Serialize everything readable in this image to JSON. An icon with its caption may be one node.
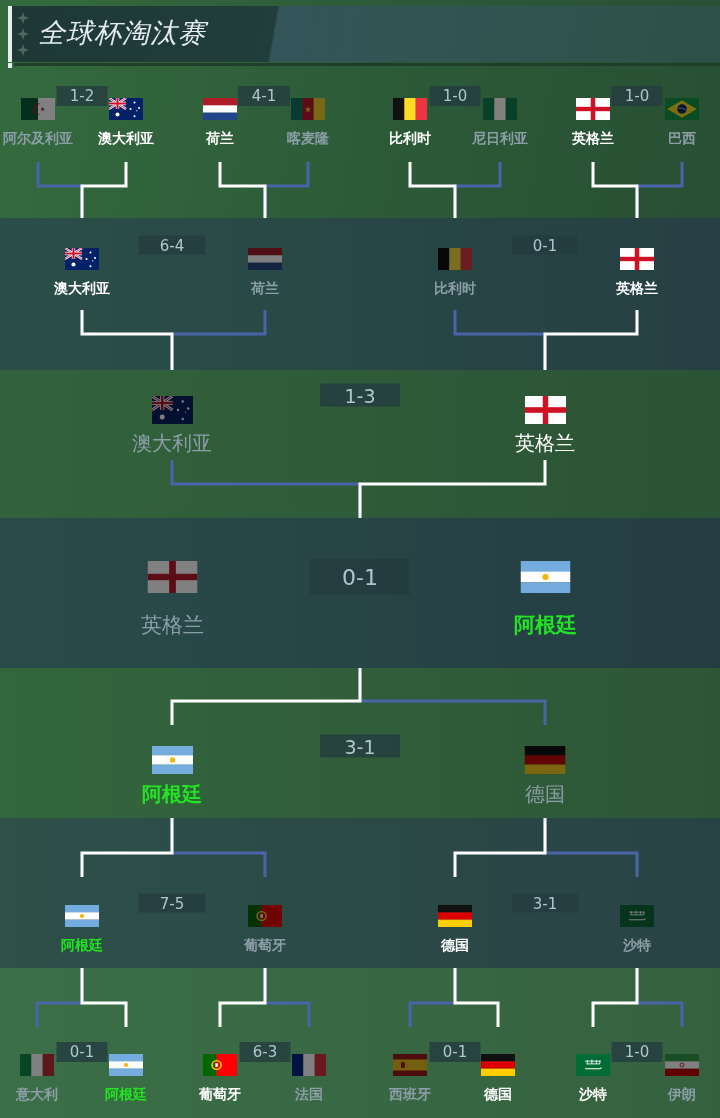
{
  "diagram": {
    "title": "全球杯淘汰赛",
    "nodes": [
      {
        "text": [
          "阿尔及利亚"
        ]
      },
      {
        "text": [
          "澳大利亚"
        ]
      },
      {
        "text": [
          "荷兰"
        ]
      },
      {
        "text": [
          "喀麦隆"
        ]
      },
      {
        "text": [
          "比利时"
        ]
      },
      {
        "text": [
          "尼日利亚"
        ]
      },
      {
        "text": [
          "英格兰"
        ]
      },
      {
        "text": [
          "巴西"
        ]
      },
      {
        "text": [
          "澳大利亚"
        ]
      },
      {
        "text": [
          "荷兰"
        ]
      },
      {
        "text": [
          "比利时"
        ]
      },
      {
        "text": [
          "英格兰"
        ]
      },
      {
        "text": [
          "澳大利亚"
        ]
      },
      {
        "text": [
          "英格兰"
        ]
      },
      {
        "text": [],
        "shape": "band"
      },
      {
        "text": [
          "英格兰"
        ],
        "in": 14
      },
      {
        "text": [
          "阿根廷"
        ],
        "in": 14
      },
      {
        "text": [
          "阿根廷"
        ]
      },
      {
        "text": [
          "德国"
        ]
      },
      {
        "text": [
          "阿根廷"
        ]
      },
      {
        "text": [
          "葡萄牙"
        ]
      },
      {
        "text": [
          "德国"
        ]
      },
      {
        "text": [
          "沙特"
        ]
      },
      {
        "text": [
          "意大利"
        ]
      },
      {
        "text": [
          "阿根廷"
        ]
      },
      {
        "text": [
          "葡萄牙"
        ]
      },
      {
        "text": [
          "法国"
        ]
      },
      {
        "text": [
          "西班牙"
        ]
      },
      {
        "text": [
          "德国"
        ]
      },
      {
        "text": [
          "沙特"
        ]
      },
      {
        "text": [
          "伊朗"
        ]
      }
    ],
    "edges": [
      {
        "from": 0,
        "to": 8,
        "arrow": "none",
        "color": "#4a64aa"
      },
      {
        "from": 1,
        "to": 8,
        "arrow": "none",
        "color": "#ffffff"
      },
      {
        "from": 3,
        "to": 9,
        "arrow": "none",
        "color": "#4a64aa"
      },
      {
        "from": 2,
        "to": 9,
        "arrow": "none",
        "color": "#ffffff"
      },
      {
        "from": 5,
        "to": 10,
        "arrow": "none",
        "color": "#4a64aa"
      },
      {
        "from": 4,
        "to": 10,
        "arrow": "none",
        "color": "#ffffff"
      },
      {
        "from": 7,
        "to": 11,
        "arrow": "none",
        "color": "#4a64aa"
      },
      {
        "from": 6,
        "to": 11,
        "arrow": "none",
        "color": "#ffffff"
      },
      {
        "from": 9,
        "to": 12,
        "arrow": "none",
        "color": "#4a64aa"
      },
      {
        "from": 8,
        "to": 12,
        "arrow": "none",
        "color": "#ffffff"
      },
      {
        "from": 10,
        "to": 13,
        "arrow": "none",
        "color": "#4a64aa"
      },
      {
        "from": 11,
        "to": 13,
        "arrow": "none",
        "color": "#ffffff"
      },
      {
        "from": 12,
        "to": 14,
        "arrow": "none",
        "color": "#4a64aa"
      },
      {
        "from": 13,
        "to": 14,
        "arrow": "none",
        "color": "#ffffff"
      },
      {
        "from": 18,
        "to": 14,
        "arrow": "none",
        "color": "#4a64aa"
      },
      {
        "from": 17,
        "to": 14,
        "arrow": "none",
        "color": "#ffffff"
      },
      {
        "from": 20,
        "to": 17,
        "arrow": "none",
        "color": "#4a64aa"
      },
      {
        "from": 19,
        "to": 17,
        "arrow": "none",
        "color": "#ffffff"
      },
      {
        "from": 22,
        "to": 18,
        "arrow": "none",
        "color": "#4a64aa"
      },
      {
        "from": 21,
        "to": 18,
        "arrow": "none",
        "color": "#ffffff"
      },
      {
        "from": 23,
        "to": 19,
        "arrow": "none",
        "color": "#4a64aa"
      },
      {
        "from": 24,
        "to": 19,
        "arrow": "none",
        "color": "#ffffff"
      },
      {
        "from": 26,
        "to": 20,
        "arrow": "none",
        "color": "#4a64aa"
      },
      {
        "from": 25,
        "to": 20,
        "arrow": "none",
        "color": "#ffffff"
      },
      {
        "from": 27,
        "to": 21,
        "arrow": "none",
        "color": "#4a64aa"
      },
      {
        "from": 28,
        "to": 21,
        "arrow": "none",
        "color": "#ffffff"
      },
      {
        "from": 30,
        "to": 22,
        "arrow": "none",
        "color": "#4a64aa"
      },
      {
        "from": 29,
        "to": 22,
        "arrow": "none",
        "color": "#ffffff"
      }
    ],
    "labels": [
      "1-2",
      "4-1",
      "1-0",
      "1-0",
      "6-4",
      "0-1",
      "1-3",
      "0-1",
      "3-1",
      "7-5",
      "3-1",
      "0-1",
      "6-3",
      "0-1",
      "1-0"
    ]
  }
}
